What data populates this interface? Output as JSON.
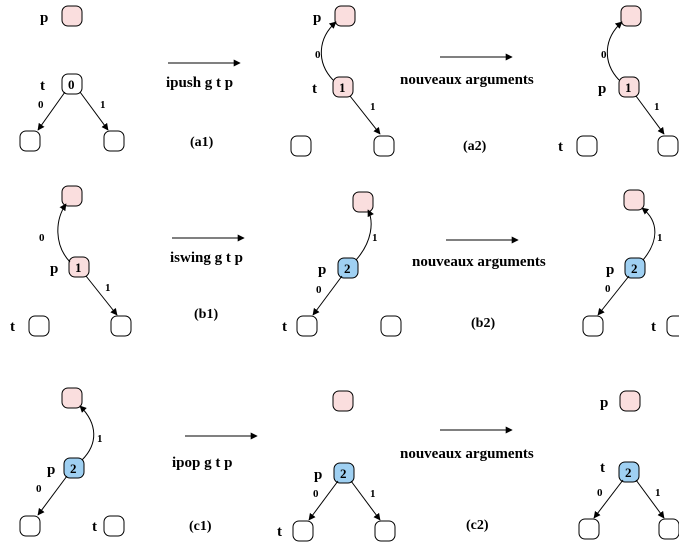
{
  "colors": {
    "node_empty": "#ffffff",
    "node_pink": "#fadede",
    "node_blue": "#9fd0f2",
    "stroke": "#000000"
  },
  "node_values": {
    "zero": "0",
    "one": "1",
    "two": "2"
  },
  "vars": {
    "p": "p",
    "t": "t"
  },
  "edge_labels": {
    "zero": "0",
    "one": "1"
  },
  "ops": {
    "ipush": "ipush g t p",
    "iswing": "iswing g t p",
    "ipop": "ipop g t p",
    "new_args": "nouveaux arguments"
  },
  "captions": {
    "a1": "(a1)",
    "a2": "(a2)",
    "b1": "(b1)",
    "b2": "(b2)",
    "c1": "(c1)",
    "c2": "(c2)"
  }
}
